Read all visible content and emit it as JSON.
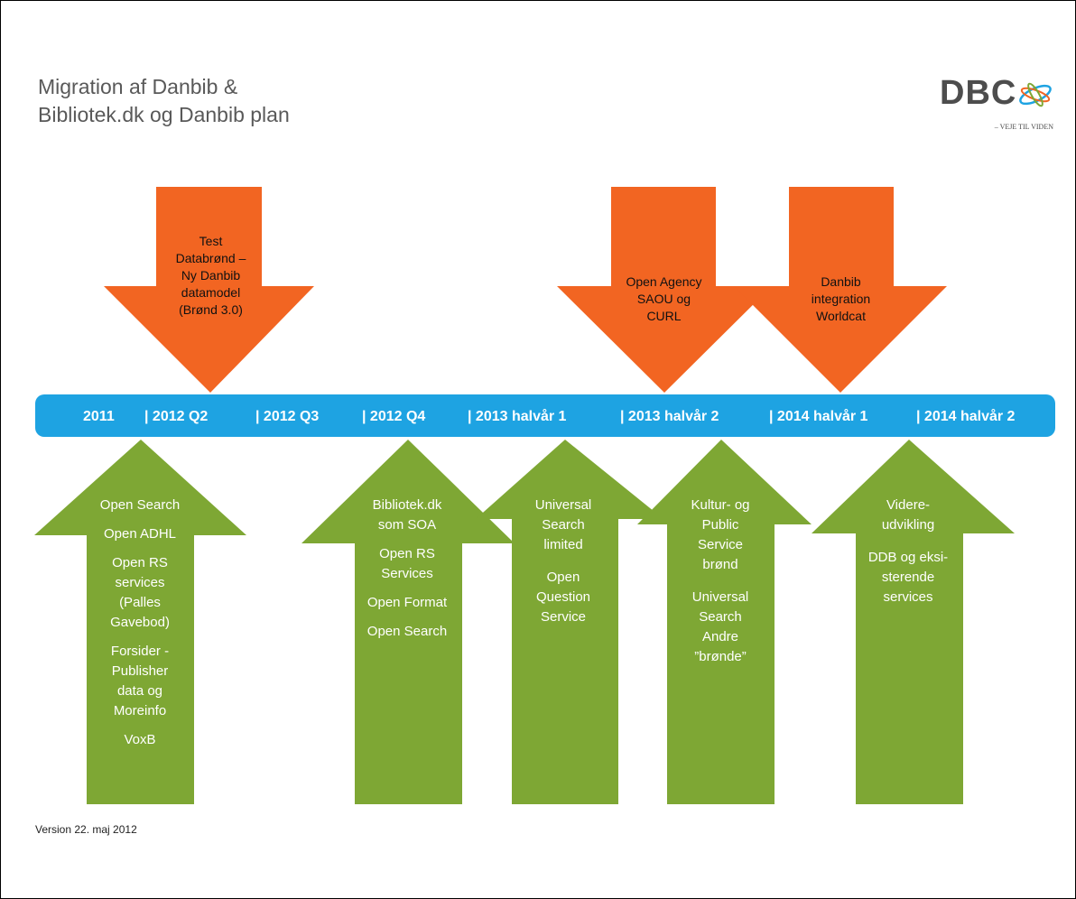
{
  "title": {
    "line1": "Migration af Danbib &",
    "line2": "Bibliotek.dk og Danbib plan"
  },
  "logo": {
    "text": "DBC",
    "tagline": "– VEJE TIL VIDEN"
  },
  "colors": {
    "orange": "#f26522",
    "green": "#7ea734",
    "timeline": "#1ea3e2",
    "title": "#595959"
  },
  "timeline": {
    "labels": [
      "2011",
      "| 2012 Q2",
      "| 2012 Q3",
      "| 2012 Q4",
      "| 2013 halvår 1",
      "| 2013 halvår 2",
      "| 2014 halvår 1",
      "| 2014 halvår 2"
    ]
  },
  "down_arrows": [
    {
      "lines": [
        "Test",
        "Databrønd –",
        "Ny Danbib",
        "datamodel",
        "(Brønd 3.0)"
      ]
    },
    {
      "lines": [
        "Open Agency",
        "SAOU og",
        "CURL"
      ]
    },
    {
      "lines": [
        "Danbib",
        "integration",
        "Worldcat"
      ]
    }
  ],
  "up_arrows": [
    {
      "items": [
        [
          "Open Search"
        ],
        [
          "Open ADHL"
        ],
        [
          "Open RS",
          "services",
          "(Palles",
          "Gavebod)"
        ],
        [
          "Forsider -",
          "Publisher",
          "data og",
          "Moreinfo"
        ],
        [
          "VoxB"
        ]
      ]
    },
    {
      "items": [
        [
          "Bibliotek.dk",
          "som SOA"
        ],
        [
          "Open RS",
          "Services"
        ],
        [
          "Open Format"
        ],
        [
          "Open Search"
        ]
      ]
    },
    {
      "items": [
        [
          "Universal",
          "Search",
          "limited"
        ],
        [
          "Open",
          "Question",
          "Service"
        ]
      ]
    },
    {
      "items": [
        [
          "Kultur- og",
          "Public",
          "Service",
          "brønd"
        ],
        [
          "Universal",
          "Search",
          "Andre",
          "”brønde”"
        ]
      ]
    },
    {
      "items": [
        [
          "Videre-",
          "udvikling"
        ],
        [
          "DDB og eksi-",
          "sterende",
          "services"
        ]
      ]
    }
  ],
  "footer": {
    "version": "Version 22. maj 2012"
  }
}
